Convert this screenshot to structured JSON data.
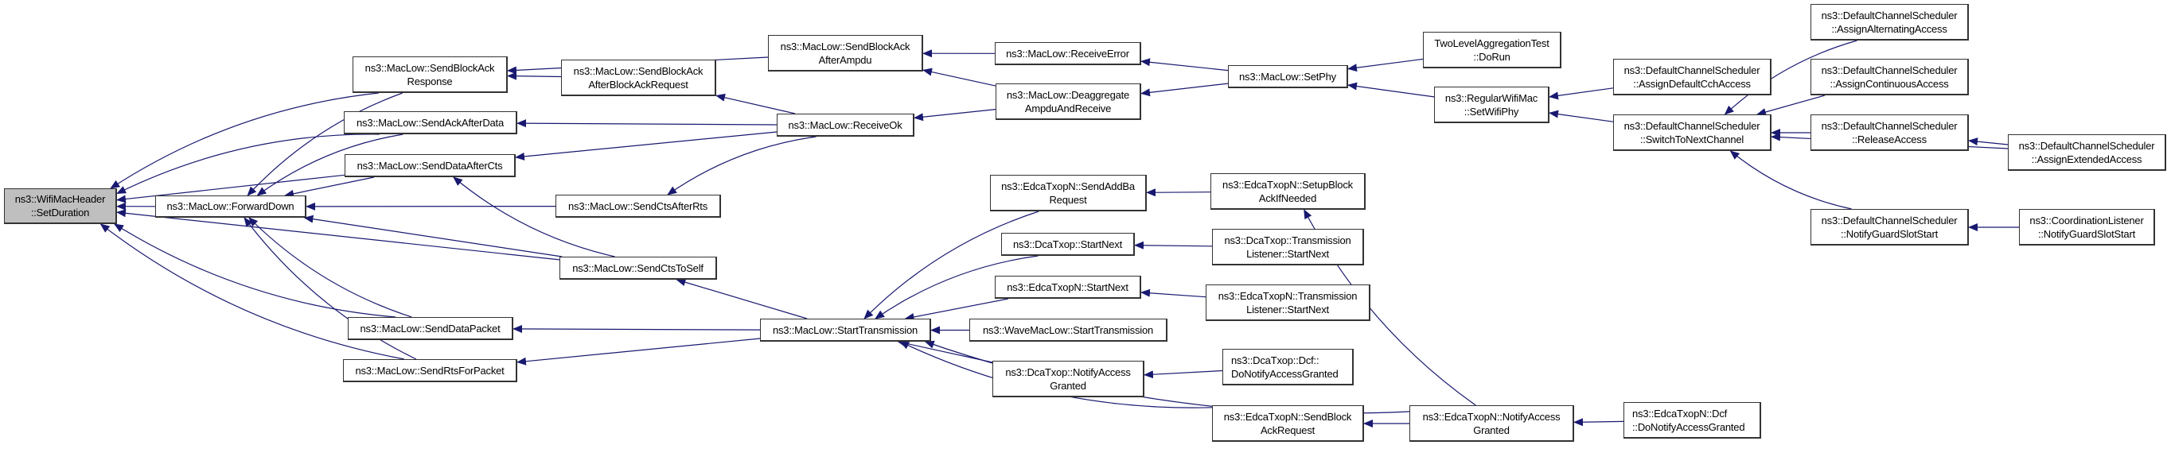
{
  "diagram": {
    "title": "ns3::WifiMacHeader::SetDuration caller graph",
    "colors": {
      "edge": "#191970",
      "root_fill": "#bfbfbf",
      "node_fill": "#ffffff",
      "border": "#333333"
    },
    "nodes": [
      {
        "id": "setduration",
        "lines": [
          "ns3::WifiMacHeader",
          "::SetDuration"
        ],
        "root": true
      },
      {
        "id": "forwarddown",
        "lines": [
          "ns3::MacLow::ForwardDown"
        ]
      },
      {
        "id": "sendblockackresponse",
        "lines": [
          "ns3::MacLow::SendBlockAck",
          "Response"
        ]
      },
      {
        "id": "sendackafterdata",
        "lines": [
          "ns3::MacLow::SendAckAfterData"
        ]
      },
      {
        "id": "senddataaftercts",
        "lines": [
          "ns3::MacLow::SendDataAfterCts"
        ]
      },
      {
        "id": "sendctstoself",
        "lines": [
          "ns3::MacLow::SendCtsToSelf"
        ]
      },
      {
        "id": "senddatapacket",
        "lines": [
          "ns3::MacLow::SendDataPacket"
        ]
      },
      {
        "id": "sendrtsforpacket",
        "lines": [
          "ns3::MacLow::SendRtsForPacket"
        ]
      },
      {
        "id": "sendblockackafterbar",
        "lines": [
          "ns3::MacLow::SendBlockAck",
          "AfterBlockAckRequest"
        ]
      },
      {
        "id": "sendctsafterrts",
        "lines": [
          "ns3::MacLow::SendCtsAfterRts"
        ]
      },
      {
        "id": "sendblockackafterampdu",
        "lines": [
          "ns3::MacLow::SendBlockAck",
          "AfterAmpdu"
        ]
      },
      {
        "id": "receiveok",
        "lines": [
          "ns3::MacLow::ReceiveOk"
        ]
      },
      {
        "id": "starttransmission",
        "lines": [
          "ns3::MacLow::StartTransmission"
        ]
      },
      {
        "id": "receiveerror",
        "lines": [
          "ns3::MacLow::ReceiveError"
        ]
      },
      {
        "id": "deaggregate",
        "lines": [
          "ns3::MacLow::Deaggregate",
          "AmpduAndReceive"
        ]
      },
      {
        "id": "sendaddba",
        "lines": [
          "ns3::EdcaTxopN::SendAddBa",
          "Request"
        ]
      },
      {
        "id": "dcastartnext",
        "lines": [
          "ns3::DcaTxop::StartNext"
        ]
      },
      {
        "id": "edcastartnext",
        "lines": [
          "ns3::EdcaTxopN::StartNext"
        ]
      },
      {
        "id": "wavestarttx",
        "lines": [
          "ns3::WaveMacLow::StartTransmission"
        ]
      },
      {
        "id": "dcanotify",
        "lines": [
          "ns3::DcaTxop::NotifyAccess",
          "Granted"
        ]
      },
      {
        "id": "setphy",
        "lines": [
          "ns3::MacLow::SetPhy"
        ]
      },
      {
        "id": "setupblockack",
        "lines": [
          "ns3::EdcaTxopN::SetupBlock",
          "AckIfNeeded"
        ]
      },
      {
        "id": "dcatlstartnext",
        "lines": [
          "ns3::DcaTxop::Transmission",
          "Listener::StartNext"
        ]
      },
      {
        "id": "edcatlstartnext",
        "lines": [
          "ns3::EdcaTxopN::Transmission",
          "Listener::StartNext"
        ]
      },
      {
        "id": "dcadcfnotify",
        "lines": [
          "ns3::DcaTxop::Dcf::",
          "DoNotifyAccessGranted"
        ],
        "left": true
      },
      {
        "id": "sendbar",
        "lines": [
          "ns3::EdcaTxopN::SendBlock",
          "AckRequest"
        ]
      },
      {
        "id": "twolevel",
        "lines": [
          "TwoLevelAggregationTest",
          "::DoRun"
        ]
      },
      {
        "id": "setwifiphy",
        "lines": [
          "ns3::RegularWifiMac",
          "::SetWifiPhy"
        ]
      },
      {
        "id": "edcanotify",
        "lines": [
          "ns3::EdcaTxopN::NotifyAccess",
          "Granted"
        ]
      },
      {
        "id": "assigndefaultcch",
        "lines": [
          "ns3::DefaultChannelScheduler",
          "::AssignDefaultCchAccess"
        ]
      },
      {
        "id": "switchtonext",
        "lines": [
          "ns3::DefaultChannelScheduler",
          "::SwitchToNextChannel"
        ]
      },
      {
        "id": "edcadcfnotify",
        "lines": [
          "ns3::EdcaTxopN::Dcf",
          "::DoNotifyAccessGranted"
        ],
        "left": true
      },
      {
        "id": "assignalternating",
        "lines": [
          "ns3::DefaultChannelScheduler",
          "::AssignAlternatingAccess"
        ]
      },
      {
        "id": "assigncontinuous",
        "lines": [
          "ns3::DefaultChannelScheduler",
          "::AssignContinuousAccess"
        ]
      },
      {
        "id": "releaseaccess",
        "lines": [
          "ns3::DefaultChannelScheduler",
          "::ReleaseAccess"
        ]
      },
      {
        "id": "notifyguard",
        "lines": [
          "ns3::DefaultChannelScheduler",
          "::NotifyGuardSlotStart"
        ]
      },
      {
        "id": "assignextended",
        "lines": [
          "ns3::DefaultChannelScheduler",
          "::AssignExtendedAccess"
        ]
      },
      {
        "id": "coordnotifyguard",
        "lines": [
          "ns3::CoordinationListener",
          "::NotifyGuardSlotStart"
        ]
      }
    ],
    "edges": [
      [
        "forwarddown",
        "setduration"
      ],
      [
        "sendblockackresponse",
        "setduration"
      ],
      [
        "sendackafterdata",
        "setduration"
      ],
      [
        "senddataaftercts",
        "setduration"
      ],
      [
        "sendctstoself",
        "setduration"
      ],
      [
        "senddatapacket",
        "setduration"
      ],
      [
        "sendrtsforpacket",
        "setduration"
      ],
      [
        "sendblockackresponse",
        "forwarddown"
      ],
      [
        "sendackafterdata",
        "forwarddown"
      ],
      [
        "senddataaftercts",
        "forwarddown"
      ],
      [
        "sendctsafterrts",
        "forwarddown"
      ],
      [
        "sendctstoself",
        "forwarddown"
      ],
      [
        "senddatapacket",
        "forwarddown"
      ],
      [
        "sendrtsforpacket",
        "forwarddown"
      ],
      [
        "sendblockackafterampdu",
        "sendblockackresponse"
      ],
      [
        "sendblockackafterbar",
        "sendblockackresponse"
      ],
      [
        "receiveok",
        "sendackafterdata"
      ],
      [
        "receiveok",
        "senddataaftercts"
      ],
      [
        "receiveok",
        "sendblockackafterbar"
      ],
      [
        "receiveok",
        "sendctsafterrts"
      ],
      [
        "sendctstoself",
        "senddataaftercts"
      ],
      [
        "starttransmission",
        "sendctstoself"
      ],
      [
        "starttransmission",
        "senddatapacket"
      ],
      [
        "starttransmission",
        "sendrtsforpacket"
      ],
      [
        "receiveerror",
        "sendblockackafterampdu"
      ],
      [
        "deaggregate",
        "sendblockackafterampdu"
      ],
      [
        "deaggregate",
        "receiveok"
      ],
      [
        "sendaddba",
        "starttransmission"
      ],
      [
        "dcastartnext",
        "starttransmission"
      ],
      [
        "edcastartnext",
        "starttransmission"
      ],
      [
        "wavestarttx",
        "starttransmission"
      ],
      [
        "dcanotify",
        "starttransmission"
      ],
      [
        "sendbar",
        "starttransmission"
      ],
      [
        "edcanotify",
        "starttransmission"
      ],
      [
        "setphy",
        "receiveerror"
      ],
      [
        "setphy",
        "deaggregate"
      ],
      [
        "setupblockack",
        "sendaddba"
      ],
      [
        "dcatlstartnext",
        "dcastartnext"
      ],
      [
        "edcatlstartnext",
        "edcastartnext"
      ],
      [
        "dcadcfnotify",
        "dcanotify"
      ],
      [
        "edcanotify",
        "setupblockack"
      ],
      [
        "edcanotify",
        "sendbar"
      ],
      [
        "twolevel",
        "setphy"
      ],
      [
        "setwifiphy",
        "setphy"
      ],
      [
        "edcadcfnotify",
        "edcanotify"
      ],
      [
        "assigndefaultcch",
        "setwifiphy"
      ],
      [
        "switchtonext",
        "setwifiphy"
      ],
      [
        "assignalternating",
        "switchtonext"
      ],
      [
        "assigncontinuous",
        "switchtonext"
      ],
      [
        "releaseaccess",
        "switchtonext"
      ],
      [
        "assignextended",
        "switchtonext"
      ],
      [
        "notifyguard",
        "switchtonext"
      ],
      [
        "assignextended",
        "releaseaccess"
      ],
      [
        "coordnotifyguard",
        "notifyguard"
      ]
    ]
  }
}
